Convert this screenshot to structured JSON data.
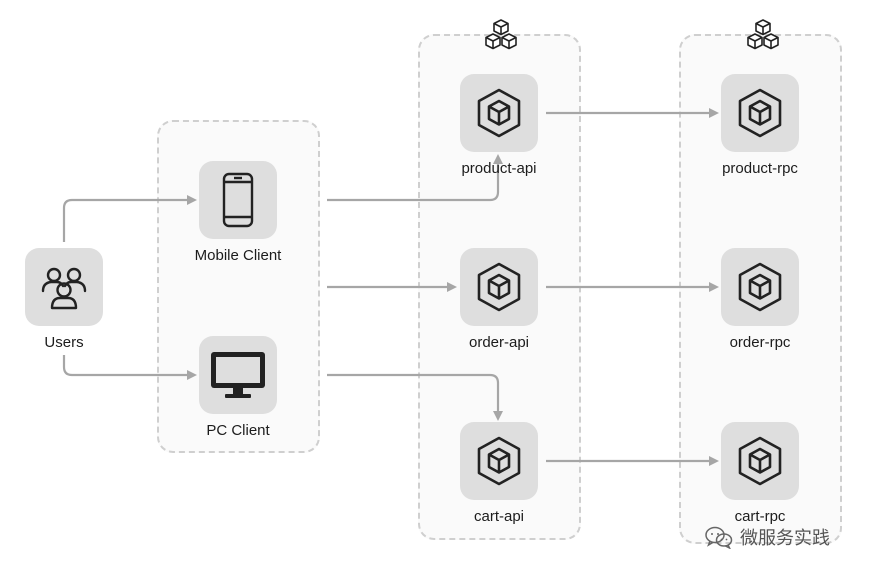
{
  "nodes": {
    "users": "Users",
    "mobile_client": "Mobile Client",
    "pc_client": "PC Client",
    "product_api": "product-api",
    "order_api": "order-api",
    "cart_api": "cart-api",
    "product_rpc": "product-rpc",
    "order_rpc": "order-rpc",
    "cart_rpc": "cart-rpc"
  },
  "watermark": "微服务实践",
  "colors": {
    "tile": "#dedede",
    "icon": "#222222",
    "arrow": "#a6a6a6",
    "group_border": "#cfcfcf",
    "group_fill": "#fafafa"
  },
  "icons": {
    "users": "users-group-icon",
    "mobile_client": "smartphone-icon",
    "pc_client": "monitor-icon",
    "services": "cube-icon",
    "clusters": "cubes-cluster-icon"
  }
}
